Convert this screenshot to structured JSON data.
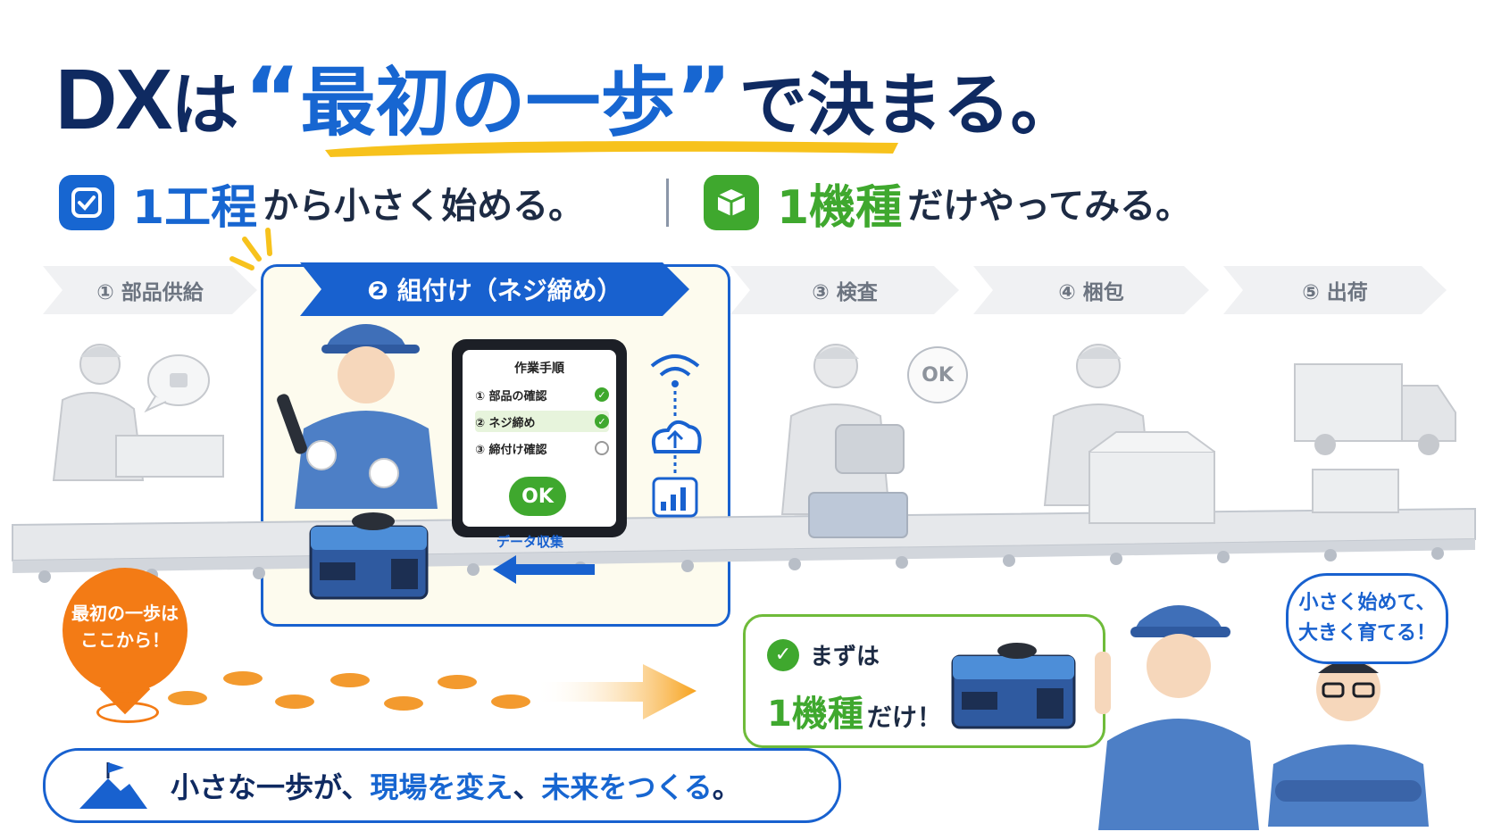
{
  "headline": {
    "dx": "DX",
    "wa": "は",
    "quote_open": "“",
    "emphasis": "最初の一歩",
    "quote_close": "”",
    "rest": "で決まる。"
  },
  "subheadline": {
    "left_big": "1工程",
    "left_small": "から小さく始める。",
    "right_big": "1機種",
    "right_small": "だけやってみる。"
  },
  "steps": [
    {
      "label": "① 部品供給"
    },
    {
      "label": "❷ 組付け（ネジ締め）"
    },
    {
      "label": "③ 検査"
    },
    {
      "label": "④ 梱包"
    },
    {
      "label": "⑤ 出荷"
    }
  ],
  "tablet": {
    "title": "作業手順",
    "items": [
      {
        "label": "① 部品の確認",
        "done": true
      },
      {
        "label": "② ネジ締め",
        "done": true
      },
      {
        "label": "③ 締付け確認",
        "done": false
      }
    ],
    "ok": "OK"
  },
  "data_collect": "データ収集",
  "inspection_bubble": "OK",
  "pin": {
    "line1": "最初の一歩は",
    "line2": "ここから！"
  },
  "callout": {
    "line1": "まずは",
    "big": "1機種",
    "small": "だけ！"
  },
  "speech": {
    "line1": "小さく始めて、",
    "line2": "大きく育てる！"
  },
  "banner": {
    "part1": "小さな一歩が、",
    "part2": "現場を変え",
    "part3": "、",
    "part4": "未来をつくる",
    "part5": "。"
  },
  "colors": {
    "navy": "#0f2a61",
    "blue": "#1861cf",
    "green": "#3fa82e",
    "orange": "#f37b15",
    "yellow": "#f7c21c"
  }
}
